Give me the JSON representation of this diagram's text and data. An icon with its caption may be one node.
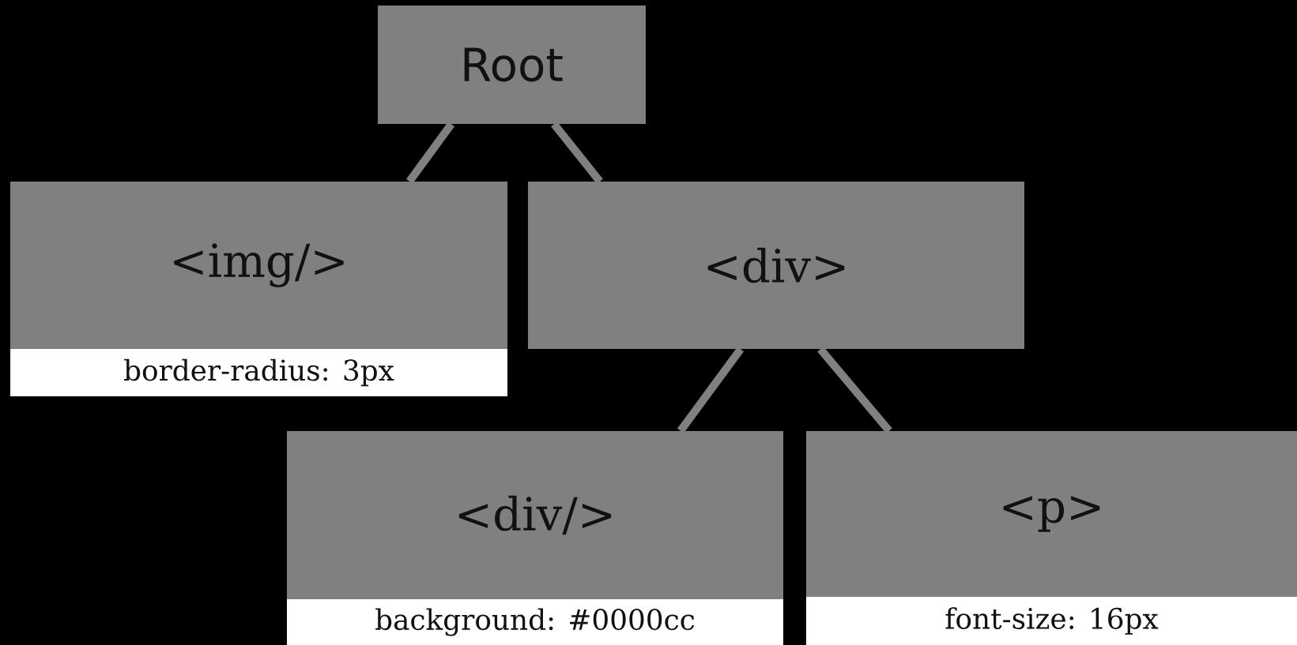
{
  "diagram": {
    "nodes": [
      {
        "text": [
          "Root"
        ]
      },
      {
        "text": [
          "<img/>"
        ],
        "beside": [
          "border-radius: 3px"
        ]
      },
      {
        "text": [
          "<div>"
        ]
      },
      {
        "text": [
          "<div/>"
        ],
        "beside": [
          "background: #0000cc"
        ]
      },
      {
        "text": [
          "<p>"
        ],
        "beside": [
          "font-size: 16px"
        ]
      }
    ],
    "edges": [
      {
        "from": 0,
        "to": 1,
        "arrow": "none"
      },
      {
        "from": 0,
        "to": 2,
        "arrow": "none"
      },
      {
        "from": 2,
        "to": 3,
        "arrow": "none"
      },
      {
        "from": 2,
        "to": 4,
        "arrow": "none"
      }
    ]
  }
}
